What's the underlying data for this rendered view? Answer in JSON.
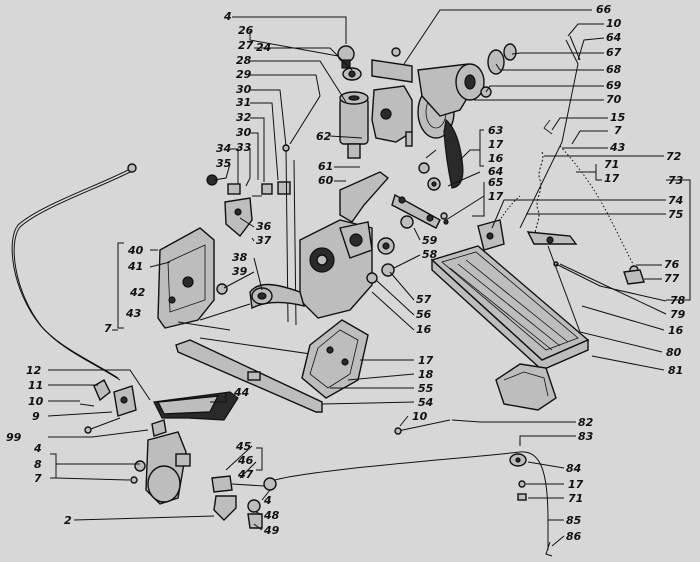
{
  "diagram": {
    "background": "#d7d7d7",
    "ink": "#111111",
    "labels": [
      {
        "id": "l4a",
        "text": "4"
      },
      {
        "id": "l26",
        "text": "26"
      },
      {
        "id": "l27",
        "text": "27"
      },
      {
        "id": "l24",
        "text": "24"
      },
      {
        "id": "l28",
        "text": "28"
      },
      {
        "id": "l29",
        "text": "29"
      },
      {
        "id": "l30a",
        "text": "30"
      },
      {
        "id": "l31",
        "text": "31"
      },
      {
        "id": "l32",
        "text": "32"
      },
      {
        "id": "l30b",
        "text": "30"
      },
      {
        "id": "l33",
        "text": "33"
      },
      {
        "id": "l34",
        "text": "34"
      },
      {
        "id": "l35",
        "text": "35"
      },
      {
        "id": "l62",
        "text": "62"
      },
      {
        "id": "l61",
        "text": "61"
      },
      {
        "id": "l60",
        "text": "60"
      },
      {
        "id": "l36",
        "text": "36"
      },
      {
        "id": "l37",
        "text": "37"
      },
      {
        "id": "l40",
        "text": "40"
      },
      {
        "id": "l41",
        "text": "41"
      },
      {
        "id": "l38",
        "text": "38"
      },
      {
        "id": "l39",
        "text": "39"
      },
      {
        "id": "l42",
        "text": "42"
      },
      {
        "id": "l43a",
        "text": "43"
      },
      {
        "id": "l7a",
        "text": "7"
      },
      {
        "id": "l66",
        "text": "66"
      },
      {
        "id": "l10a",
        "text": "10"
      },
      {
        "id": "l64a",
        "text": "64"
      },
      {
        "id": "l67",
        "text": "67"
      },
      {
        "id": "l68",
        "text": "68"
      },
      {
        "id": "l69",
        "text": "69"
      },
      {
        "id": "l70",
        "text": "70"
      },
      {
        "id": "l15",
        "text": "15"
      },
      {
        "id": "l7b",
        "text": "7"
      },
      {
        "id": "l43b",
        "text": "43"
      },
      {
        "id": "l63",
        "text": "63"
      },
      {
        "id": "l17a",
        "text": "17"
      },
      {
        "id": "l16a",
        "text": "16"
      },
      {
        "id": "l64b",
        "text": "64"
      },
      {
        "id": "l65",
        "text": "65"
      },
      {
        "id": "l17b",
        "text": "17"
      },
      {
        "id": "l72",
        "text": "72"
      },
      {
        "id": "l71a",
        "text": "71"
      },
      {
        "id": "l17c",
        "text": "17"
      },
      {
        "id": "l73",
        "text": "73"
      },
      {
        "id": "l74",
        "text": "74"
      },
      {
        "id": "l75",
        "text": "75"
      },
      {
        "id": "l59",
        "text": "59"
      },
      {
        "id": "l58",
        "text": "58"
      },
      {
        "id": "l57",
        "text": "57"
      },
      {
        "id": "l56",
        "text": "56"
      },
      {
        "id": "l16b",
        "text": "16"
      },
      {
        "id": "l76",
        "text": "76"
      },
      {
        "id": "l77",
        "text": "77"
      },
      {
        "id": "l78",
        "text": "78"
      },
      {
        "id": "l79",
        "text": "79"
      },
      {
        "id": "l16c",
        "text": "16"
      },
      {
        "id": "l80",
        "text": "80"
      },
      {
        "id": "l81",
        "text": "81"
      },
      {
        "id": "l17d",
        "text": "17"
      },
      {
        "id": "l18",
        "text": "18"
      },
      {
        "id": "l55",
        "text": "55"
      },
      {
        "id": "l54",
        "text": "54"
      },
      {
        "id": "l10b",
        "text": "10"
      },
      {
        "id": "l82",
        "text": "82"
      },
      {
        "id": "l83",
        "text": "83"
      },
      {
        "id": "l12",
        "text": "12"
      },
      {
        "id": "l11",
        "text": "11"
      },
      {
        "id": "l10c",
        "text": "10"
      },
      {
        "id": "l9",
        "text": "9"
      },
      {
        "id": "l99",
        "text": "99"
      },
      {
        "id": "l4b",
        "text": "4"
      },
      {
        "id": "l8",
        "text": "8"
      },
      {
        "id": "l7c",
        "text": "7"
      },
      {
        "id": "l44",
        "text": "44"
      },
      {
        "id": "l45",
        "text": "45"
      },
      {
        "id": "l46",
        "text": "46"
      },
      {
        "id": "l47",
        "text": "47"
      },
      {
        "id": "l4c",
        "text": "4"
      },
      {
        "id": "l48",
        "text": "48"
      },
      {
        "id": "l49",
        "text": "49"
      },
      {
        "id": "l2",
        "text": "2"
      },
      {
        "id": "l84",
        "text": "84"
      },
      {
        "id": "l17e",
        "text": "17"
      },
      {
        "id": "l71b",
        "text": "71"
      },
      {
        "id": "l85",
        "text": "85"
      },
      {
        "id": "l86",
        "text": "86"
      }
    ]
  }
}
